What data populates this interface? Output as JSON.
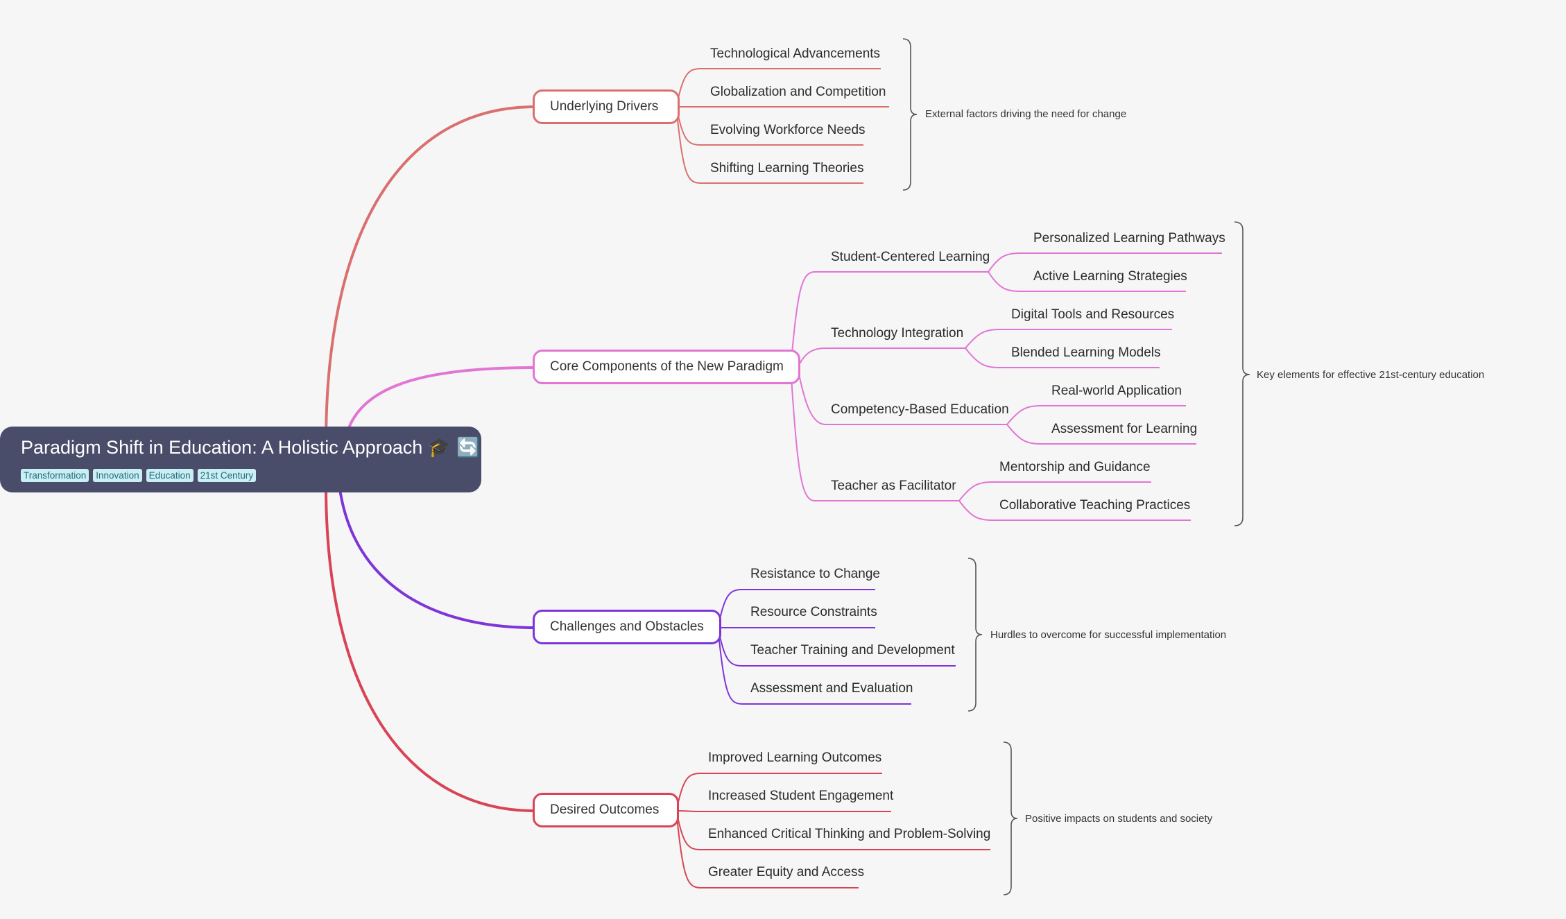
{
  "root": {
    "title": "Paradigm Shift in Education: A Holistic Approach 🎓 🔄",
    "tags": [
      "Transformation",
      "Innovation",
      "Education",
      "21st Century"
    ]
  },
  "colors": {
    "drivers": "#d9706f",
    "core": "#e275d4",
    "challenges": "#7e35d8",
    "outcomes": "#d84455",
    "root_bg": "#4a4d6a",
    "tag_bg": "#c9eef3",
    "bracket": "#555555"
  },
  "branches": [
    {
      "label": "Underlying Drivers",
      "items": [
        "Technological Advancements",
        "Globalization and Competition",
        "Evolving Workforce Needs",
        "Shifting Learning Theories"
      ],
      "note": "External factors driving the need for change"
    },
    {
      "label": "Core Components of the New Paradigm",
      "subgroups": [
        {
          "label": "Student-Centered Learning",
          "items": [
            "Personalized Learning Pathways",
            "Active Learning Strategies"
          ]
        },
        {
          "label": "Technology Integration",
          "items": [
            "Digital Tools and Resources",
            "Blended Learning Models"
          ]
        },
        {
          "label": "Competency-Based Education",
          "items": [
            "Real-world Application",
            "Assessment for Learning"
          ]
        },
        {
          "label": "Teacher as Facilitator",
          "items": [
            "Mentorship and Guidance",
            "Collaborative Teaching Practices"
          ]
        }
      ],
      "note": "Key elements for effective 21st-century education"
    },
    {
      "label": "Challenges and Obstacles",
      "items": [
        "Resistance to Change",
        "Resource Constraints",
        "Teacher Training and Development",
        "Assessment and Evaluation"
      ],
      "note": "Hurdles to overcome for successful implementation"
    },
    {
      "label": "Desired Outcomes",
      "items": [
        "Improved Learning Outcomes",
        "Increased Student Engagement",
        "Enhanced Critical Thinking and Problem-Solving",
        "Greater Equity and Access"
      ],
      "note": "Positive impacts on students and society"
    }
  ]
}
